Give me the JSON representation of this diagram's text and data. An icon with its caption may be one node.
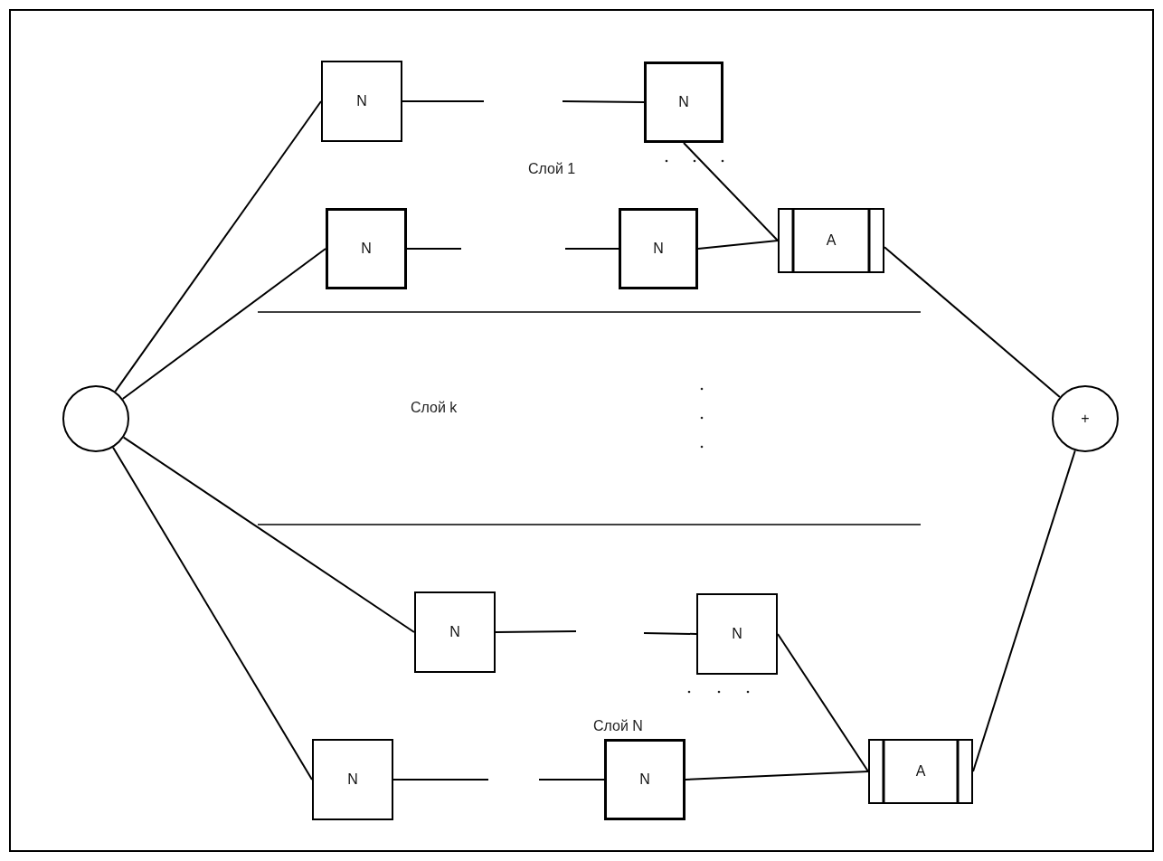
{
  "diagram": {
    "nodes": [
      {
        "text": [],
        "shape": "circle"
      },
      {
        "text": [
          "N"
        ]
      },
      {
        "text": [
          "N"
        ]
      },
      {
        "text": [
          "N"
        ]
      },
      {
        "text": [
          "N"
        ]
      },
      {
        "text": [
          "A"
        ]
      },
      {
        "text": [
          "+"
        ]
      },
      {
        "text": [
          "N"
        ]
      },
      {
        "text": [
          "N"
        ]
      },
      {
        "text": [
          "N"
        ]
      },
      {
        "text": [
          "N"
        ]
      },
      {
        "text": [
          "A"
        ]
      }
    ],
    "edges": [
      {
        "from": 0,
        "to": 1,
        "arrow": "none"
      },
      {
        "from": 0,
        "to": 3,
        "arrow": "none"
      },
      {
        "from": 0,
        "to": 7,
        "arrow": "none"
      },
      {
        "from": 0,
        "to": 9,
        "arrow": "none"
      },
      {
        "from": 1,
        "to": null,
        "arrow": "none"
      },
      {
        "from": null,
        "to": 2,
        "arrow": "none"
      },
      {
        "from": 3,
        "to": null,
        "arrow": "none"
      },
      {
        "from": null,
        "to": 4,
        "arrow": "none"
      },
      {
        "from": 7,
        "to": null,
        "arrow": "none"
      },
      {
        "from": null,
        "to": 8,
        "arrow": "none"
      },
      {
        "from": 9,
        "to": null,
        "arrow": "none"
      },
      {
        "from": null,
        "to": 10,
        "arrow": "none"
      },
      {
        "from": 2,
        "to": 5,
        "arrow": "none"
      },
      {
        "from": 4,
        "to": 5,
        "arrow": "none"
      },
      {
        "from": 5,
        "to": 6,
        "arrow": "none"
      },
      {
        "from": 8,
        "to": 11,
        "arrow": "none"
      },
      {
        "from": 10,
        "to": 11,
        "arrow": "none"
      },
      {
        "from": 11,
        "to": 6,
        "arrow": "none"
      }
    ],
    "labels": [
      "Слой 1",
      "Слой k",
      "Слой N"
    ]
  }
}
